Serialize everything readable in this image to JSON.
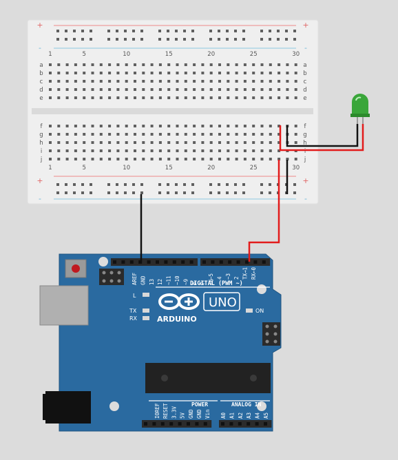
{
  "breadboard": {
    "plus": "+",
    "minus": "-",
    "column_numbers": [
      "1",
      "5",
      "10",
      "15",
      "20",
      "25",
      "30"
    ],
    "rows_top": [
      "a",
      "b",
      "c",
      "d",
      "e"
    ],
    "rows_bottom": [
      "f",
      "g",
      "h",
      "i",
      "j"
    ]
  },
  "led": {
    "color": "#3aa63a"
  },
  "wires": {
    "red": "#e21b1b",
    "black": "#111111"
  },
  "arduino": {
    "board_color": "#2a6aa0",
    "logo_text": "ARDUINO",
    "model": "UNO",
    "digital_label": "DIGITAL (PWM ~)",
    "power_label": "POWER",
    "analog_label": "ANALOG IN",
    "led_l": "L",
    "led_tx": "TX",
    "led_rx": "RX",
    "led_on": "ON",
    "digital_pins": [
      "AREF",
      "GND",
      "13",
      "12",
      "~11",
      "~10",
      "~9",
      "8",
      "7",
      "~6",
      "~5",
      "4",
      "~3",
      "2",
      "TX→1",
      "RX←0"
    ],
    "power_pins": [
      "IOREF",
      "RESET",
      "3.3V",
      "5V",
      "GND",
      "GND",
      "Vin"
    ],
    "analog_pins": [
      "A0",
      "A1",
      "A2",
      "A3",
      "A4",
      "A5"
    ]
  }
}
